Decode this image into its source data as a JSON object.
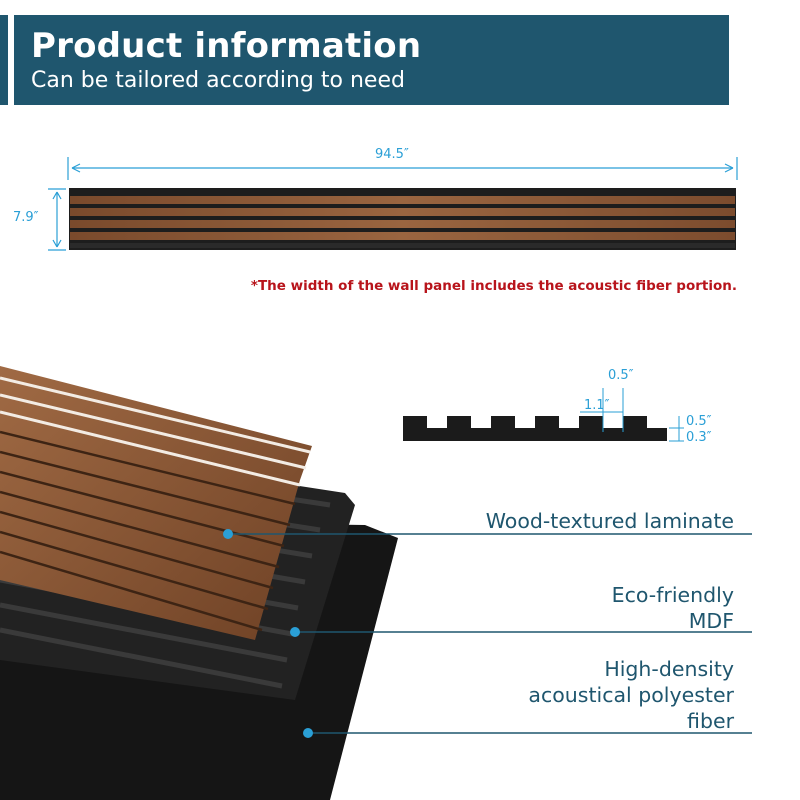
{
  "header": {
    "title": "Product information",
    "subtitle": "Can be tailored according to need"
  },
  "dimensions": {
    "length": "94.5″",
    "height": "7.9″",
    "groove_width": "0.5″",
    "slat_width": "1.1″",
    "slat_depth": "0.5″",
    "base_depth": "0.3″"
  },
  "note": "*The width of the wall panel includes the acoustic fiber portion.",
  "layers": [
    {
      "label": "Wood-textured laminate"
    },
    {
      "label_lines": [
        "Eco-friendly",
        "MDF"
      ]
    },
    {
      "label_lines": [
        "High-density",
        "acoustical polyester",
        "fiber"
      ]
    }
  ],
  "colors": {
    "brand": "#1f566e",
    "dimension": "#2a9fd6",
    "note": "#b8141b",
    "wood": "#8a5a38",
    "felt": "#1b1b1b"
  }
}
